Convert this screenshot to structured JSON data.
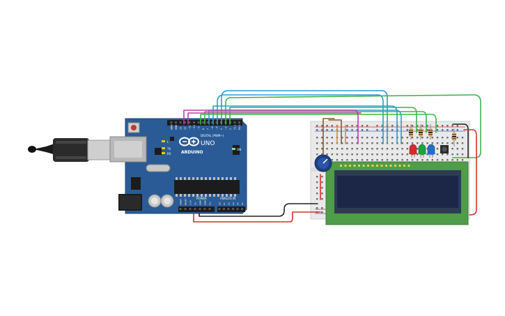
{
  "board": {
    "brand": "ARDUINO",
    "model": "UNO",
    "digital_header": "DIGITAL (PWM~)",
    "power_header": "POWER",
    "analog_header": "ANALOG IN",
    "led_l": "L",
    "led_tx": "TX",
    "led_rx": "RX",
    "led_on": "ON",
    "digital_pins": [
      "AREF",
      "GND",
      "13",
      "12",
      "~11",
      "~10",
      "~9",
      "8",
      "7",
      "~6",
      "~5",
      "4",
      "~3",
      "2",
      "TX 1",
      "RX 0"
    ],
    "power_pins": [
      "IOREF",
      "RESET",
      "3.3V",
      "5V",
      "GND",
      "GND",
      "Vin"
    ],
    "analog_pins": [
      "A0",
      "A1",
      "A2",
      "A3",
      "A4",
      "A5"
    ]
  },
  "leds": [
    {
      "color": "#e0262b"
    },
    {
      "color": "#1aa53a"
    },
    {
      "color": "#1f6fd1"
    }
  ],
  "colors": {
    "board": "#2a5b96",
    "lcd_pcb": "#4f9d48",
    "lcd_screen": "#1c2748",
    "wire_blue": "#2a9bd6",
    "wire_green": "#3cb54a",
    "wire_magenta": "#c03ba6",
    "wire_red": "#d8302c",
    "wire_black": "#222222",
    "wire_brown": "#8a5a2b"
  }
}
